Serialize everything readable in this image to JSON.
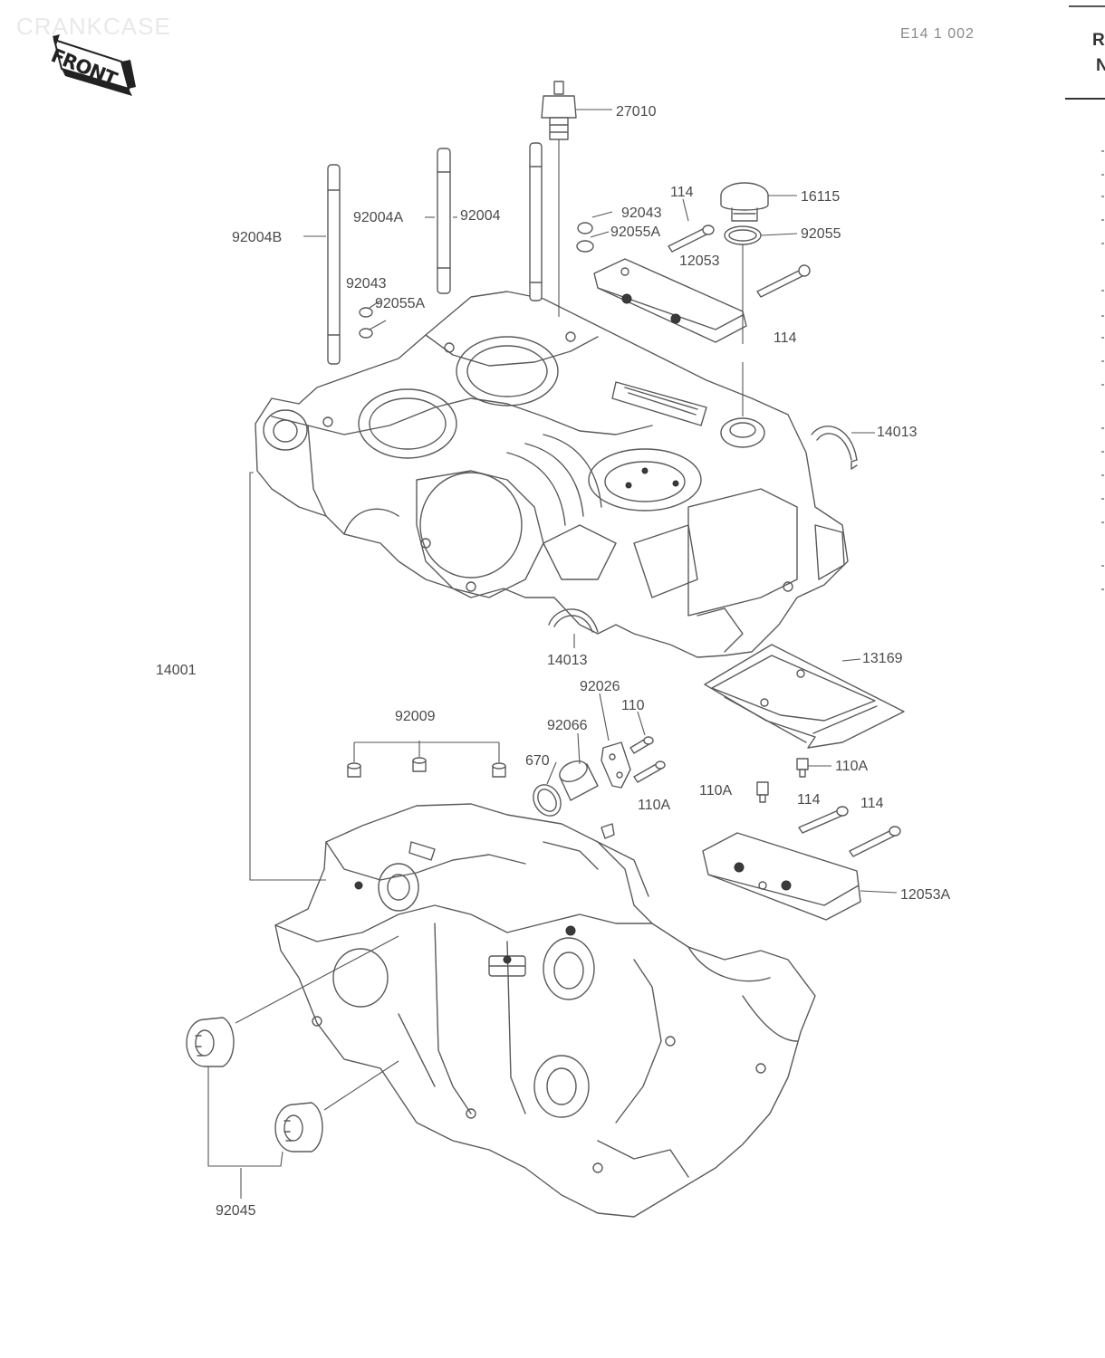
{
  "header": {
    "faded_title": "CRANKCASE",
    "page_code": "E14 1 002",
    "cut_text_top": "R",
    "cut_text_bottom": "N"
  },
  "front_badge": {
    "label": "FRONT",
    "icon": "front-arrow-icon"
  },
  "callouts": {
    "c27010": "27010",
    "c114a": "114",
    "c16115": "16115",
    "c92043a": "92043",
    "c92055Aa": "92055A",
    "c92055": "92055",
    "c92004B": "92004B",
    "c92004A": "92004A",
    "c92004": "92004",
    "c12053": "12053",
    "c92043b": "92043",
    "c92055Ab": "92055A",
    "c114b": "114",
    "c14013a": "14013",
    "c14001": "14001",
    "c14013b": "14013",
    "c13169": "13169",
    "c92026": "92026",
    "c110": "110",
    "c92009": "92009",
    "c92066": "92066",
    "c670": "670",
    "c110Aa": "110A",
    "c110Ab": "110A",
    "c110Ac": "110A",
    "c114c": "114",
    "c114d": "114",
    "c12053A": "12053A",
    "c92045": "92045"
  }
}
